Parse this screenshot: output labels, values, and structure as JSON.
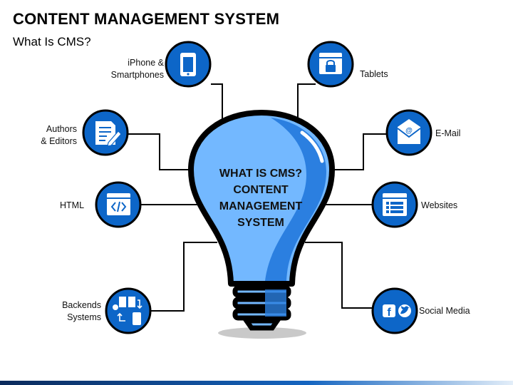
{
  "header": {
    "title": "CONTENT MANAGEMENT SYSTEM",
    "subtitle": "What Is CMS?"
  },
  "center": {
    "lines": [
      "WHAT IS CMS?",
      "CONTENT",
      "MANAGEMENT",
      "SYSTEM"
    ]
  },
  "nodes": {
    "iphone": {
      "label_1": "iPhone &",
      "label_2": "Smartphones",
      "icon": "smartphone-icon"
    },
    "tablets": {
      "label": "Tablets",
      "icon": "lock-window-icon"
    },
    "authors": {
      "label_1": "Authors",
      "label_2": "& Editors",
      "icon": "document-edit-icon"
    },
    "email": {
      "label": "E-Mail",
      "icon": "envelope-icon"
    },
    "html": {
      "label": "HTML",
      "icon": "code-window-icon"
    },
    "websites": {
      "label": "Websites",
      "icon": "webpage-icon"
    },
    "backends": {
      "label_1": "Backends",
      "label_2": "Systems",
      "icon": "server-sync-icon"
    },
    "social": {
      "label": "Social Media",
      "icon": "facebook-twitter-icon"
    }
  },
  "colors": {
    "accent": "#0d66c8",
    "bulb_light": "#73b8ff",
    "bulb_dark": "#2b7fe0",
    "outline": "#000000"
  }
}
